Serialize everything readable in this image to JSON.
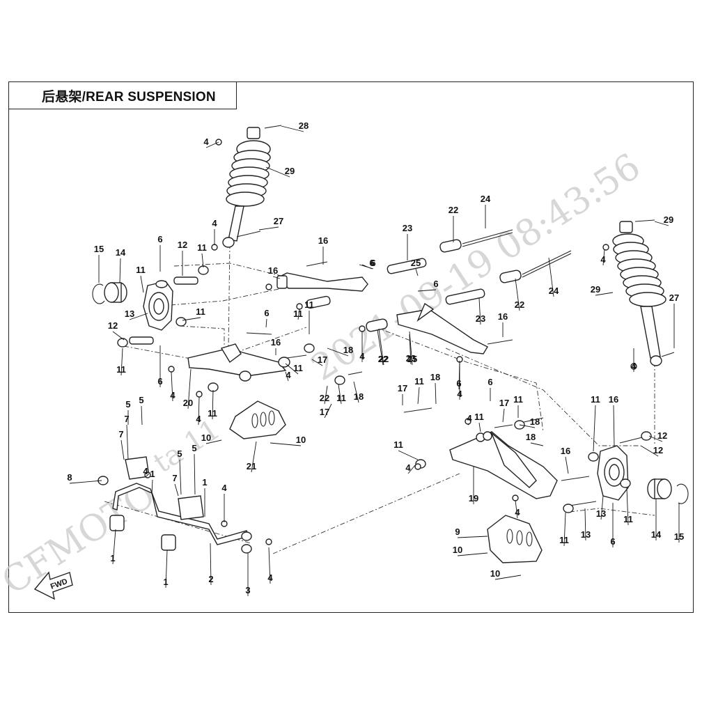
{
  "title": "后悬架/REAR SUSPENSION",
  "watermark": {
    "timestamp": "2021-09-19 08:43:56",
    "brand": "CFMOTO",
    "code_fragment": "ta 11"
  },
  "fwd_label": "FWD",
  "callouts": [
    "1",
    "2",
    "3",
    "4",
    "5",
    "6",
    "7",
    "8",
    "9",
    "10",
    "11",
    "12",
    "13",
    "14",
    "15",
    "16",
    "17",
    "18",
    "19",
    "20",
    "21",
    "22",
    "23",
    "24",
    "25",
    "26",
    "27",
    "28",
    "29"
  ],
  "colors": {
    "ink": "#111111",
    "watermark": "#c9c9c9"
  }
}
